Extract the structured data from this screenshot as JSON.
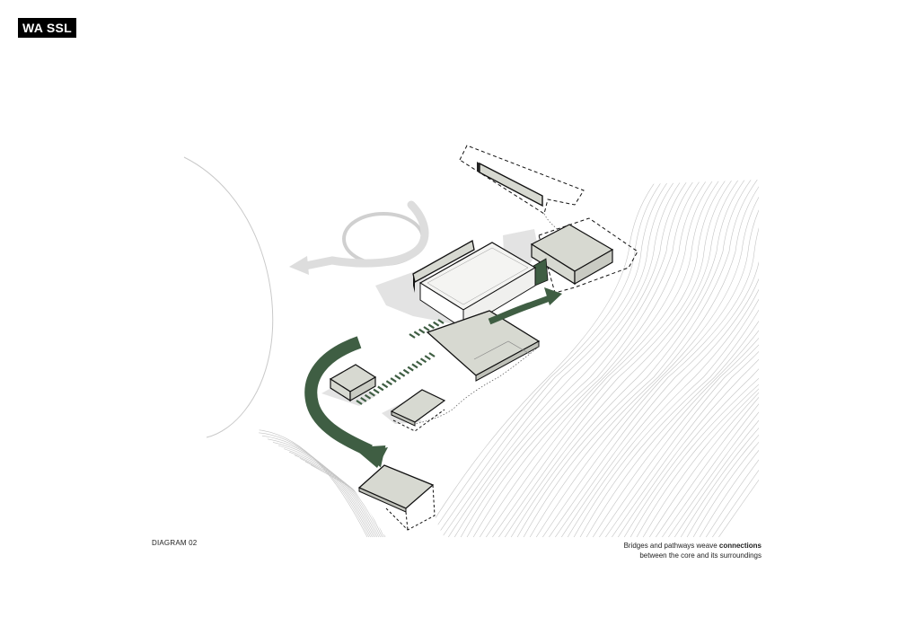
{
  "header": {
    "badge_text": "WA SSL"
  },
  "diagram": {
    "label": "DIAGRAM 02"
  },
  "caption": {
    "line1_prefix": "Bridges and pathways weave ",
    "line1_bold": "connections",
    "line2": "between the core and its surroundings"
  },
  "colors": {
    "accent_green": "#3f5e43",
    "volume_fill": "#d7d9d1",
    "shadow": "#e2e2e2",
    "contour": "#bdbdbd",
    "ink": "#111111"
  }
}
